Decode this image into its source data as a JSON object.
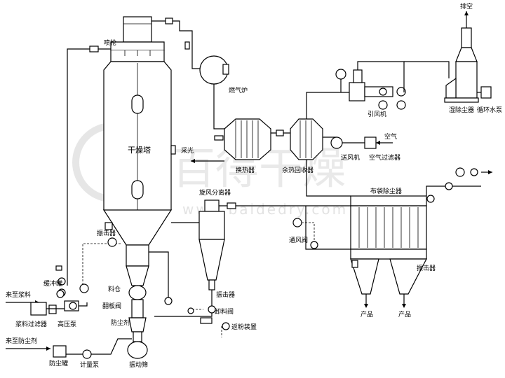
{
  "labels": {
    "spray_gun": "喷枪",
    "gas_furnace": "燃气炉",
    "exhaust_top": "排空",
    "induced_fan": "引风机",
    "wet_dust_collector": "湿除尘器",
    "circulating_pump": "循环水泵",
    "drying_tower": "干燥塔",
    "light_window": "采光",
    "heat_exchanger": "换热器",
    "waste_heat_recovery": "余热回收器",
    "blower": "送风机",
    "air": "空气",
    "air_filter": "空气过滤器",
    "cyclone": "旋风分离器",
    "bag_filter": "布袋除尘器",
    "vibrator_tower": "振击器",
    "vibrator_cyclone": "振击器",
    "vibrator_bag": "振击器",
    "air_lock_valve": "通风阀",
    "buffer_tank": "缓冲罐",
    "slurry_in": "来至浆料",
    "slurry_filter": "浆料过滤器",
    "hp_pump": "高压泵",
    "hopper": "料仓",
    "flap_valve": "翻板阀",
    "anti_dust": "防尘剂",
    "discharge_valve": "卸料阀",
    "powder_return": "返粉装置",
    "anti_dust_in": "来至防尘剂",
    "anti_dust_tank": "防尘罐",
    "metering_pump": "计量泵",
    "vibrating_screen": "振动筛",
    "product_1": "产品",
    "product_2": "产品"
  },
  "watermark": {
    "brand": "百得干燥",
    "url": "www.baidedry.com"
  }
}
